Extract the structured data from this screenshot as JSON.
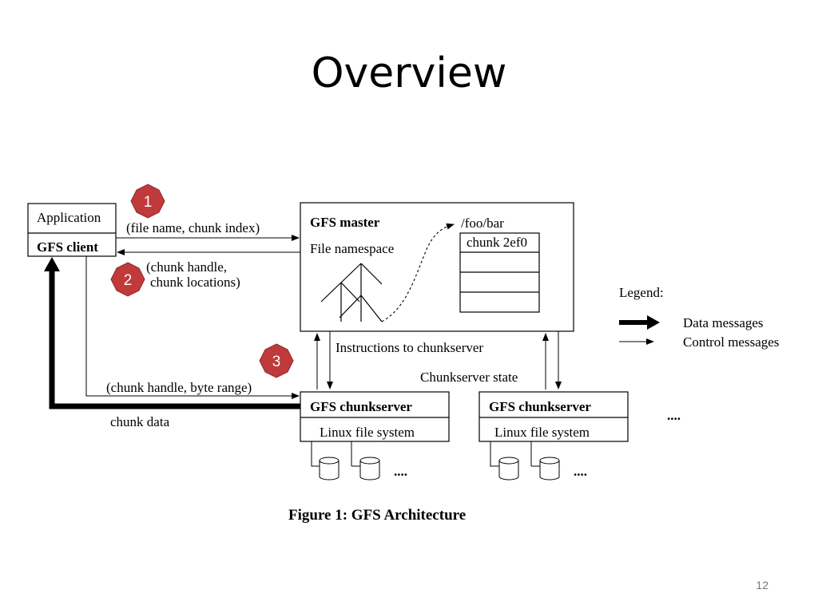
{
  "slide": {
    "title": "Overview",
    "page_number": "12"
  },
  "diagram": {
    "application_label": "Application",
    "gfs_client_label": "GFS client",
    "gfs_master_label": "GFS master",
    "file_namespace_label": "File namespace",
    "path_label": "/foo/bar",
    "chunk_entry": "chunk 2ef0",
    "request_msg": "(file name, chunk index)",
    "reply_msg_line1": "(chunk handle,",
    "reply_msg_line2": "chunk locations)",
    "read_msg": "(chunk handle, byte range)",
    "chunk_data_label": "chunk data",
    "instructions_label": "Instructions to chunkserver",
    "state_label": "Chunkserver state",
    "chunkservers": [
      {
        "name": "GFS chunkserver",
        "fs": "Linux file system"
      },
      {
        "name": "GFS chunkserver",
        "fs": "Linux file system"
      }
    ],
    "ellipsis": "....",
    "legend_title": "Legend:",
    "legend_data": "Data messages",
    "legend_control": "Control messages",
    "figure_caption": "Figure 1:  GFS Architecture",
    "steps": [
      "1",
      "2",
      "3"
    ],
    "badge_color": "#C0393B"
  }
}
